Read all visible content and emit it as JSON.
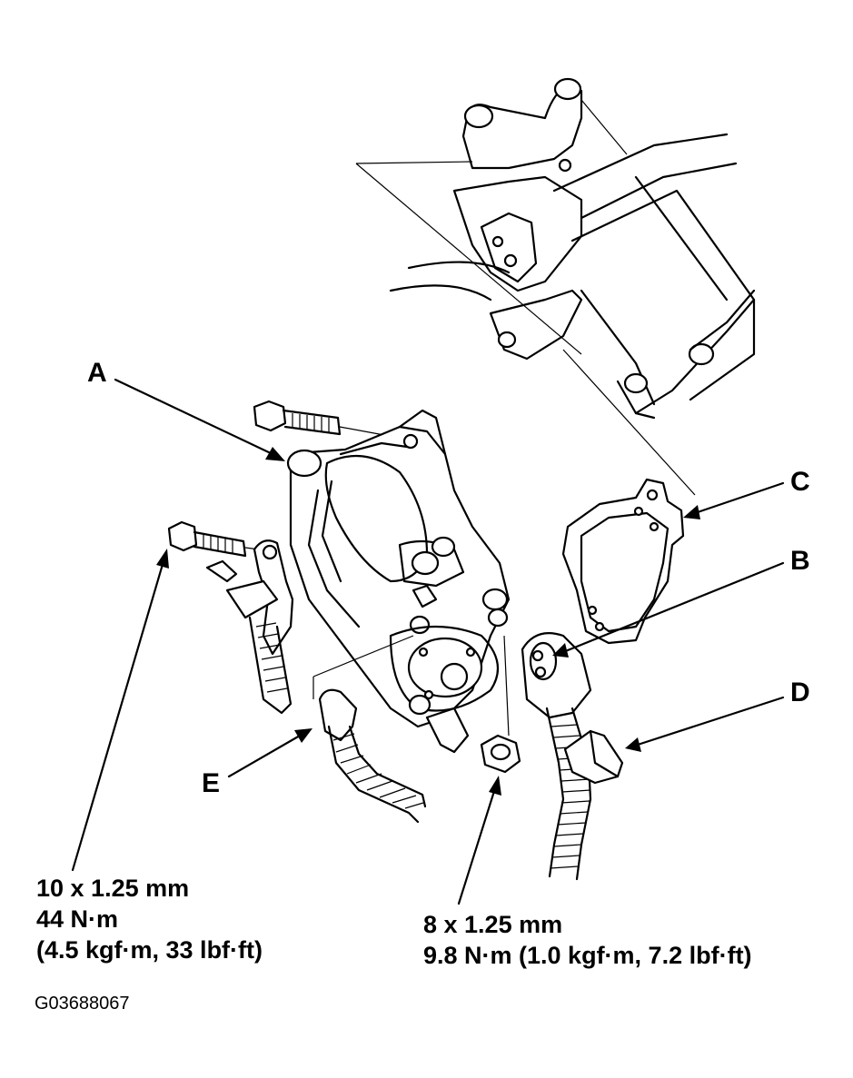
{
  "callouts": {
    "a": "A",
    "b": "B",
    "c": "C",
    "d": "D",
    "e": "E"
  },
  "specs": {
    "left": {
      "line1": "10 x 1.25 mm",
      "line2": "44 N·m",
      "line3": "(4.5 kgf·m, 33 lbf·ft)"
    },
    "right": {
      "line1": "8 x 1.25 mm",
      "line2": "9.8 N·m (1.0 kgf·m, 7.2 lbf·ft)"
    }
  },
  "figure_id": "G03688067"
}
